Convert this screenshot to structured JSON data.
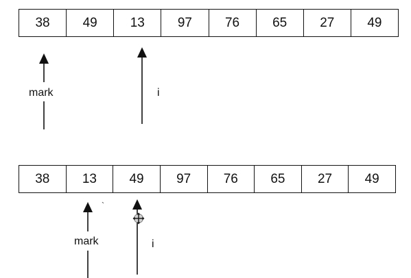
{
  "top_array": {
    "cells": [
      "38",
      "49",
      "13",
      "97",
      "76",
      "65",
      "27",
      "49"
    ]
  },
  "bottom_array": {
    "cells": [
      "38",
      "13",
      "49",
      "97",
      "76",
      "65",
      "27",
      "49"
    ]
  },
  "top_pointers": {
    "mark_label": "mark",
    "i_label": "i"
  },
  "bottom_pointers": {
    "mark_label": "mark",
    "i_label": "i",
    "stray_mark": "`"
  },
  "cursor_icon": "move-cursor-icon"
}
